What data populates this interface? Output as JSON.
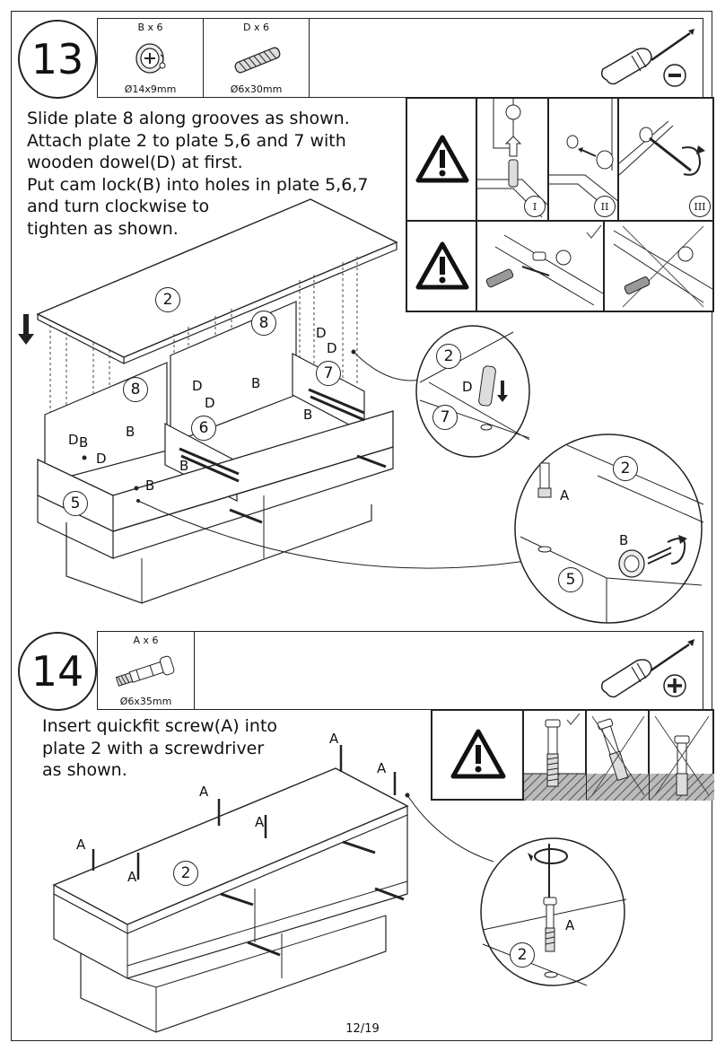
{
  "page": {
    "page_number": "12/19"
  },
  "step13": {
    "number": "13",
    "parts": [
      {
        "qty": "B x 6",
        "size": "Ø14x9mm",
        "icon": "cam-lock-icon"
      },
      {
        "qty": "D x 6",
        "size": "Ø6x30mm",
        "icon": "wooden-dowel-icon"
      }
    ],
    "tool": "flathead-screwdriver-icon",
    "instruction": "Slide plate 8 along grooves as shown.\nAttach plate 2 to plate 5,6 and 7 with\nwooden dowel(D) at first.\nPut cam lock(B) into holes in plate 5,6,7\nand turn clockwise to\ntighten as shown.",
    "panel_labels": [
      "I",
      "II",
      "III"
    ],
    "plate_labels": {
      "p2": "2",
      "p8a": "8",
      "p8b": "8",
      "p5": "5",
      "p6": "6",
      "p7": "7"
    },
    "detail1": {
      "top": "2",
      "bottom": "7",
      "part": "D"
    },
    "detail2": {
      "top": "2",
      "bottom": "5",
      "part_a": "A",
      "part_b": "B"
    },
    "callouts": {
      "d": "D",
      "b": "B"
    }
  },
  "step14": {
    "number": "14",
    "parts": [
      {
        "qty": "A x 6",
        "size": "Ø6x35mm",
        "icon": "quickfit-screw-icon"
      }
    ],
    "tool": "phillips-screwdriver-icon",
    "instruction": "Insert quickfit screw(A) into\nplate 2 with a screwdriver\nas shown.",
    "plate_label": "2",
    "detail": {
      "plate": "2",
      "part": "A"
    },
    "callout": "A"
  }
}
